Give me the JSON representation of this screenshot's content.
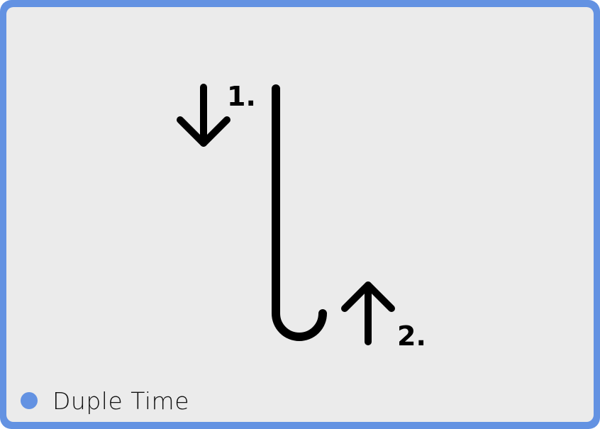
{
  "diagram": {
    "beats": [
      {
        "label": "1.",
        "direction": "down",
        "icon": "arrow-down-icon"
      },
      {
        "label": "2.",
        "direction": "up",
        "icon": "arrow-up-icon"
      }
    ],
    "path_shape": "down-stroke-hook-up"
  },
  "legend": {
    "label": "Duple Time",
    "marker_color": "#6392e2"
  },
  "colors": {
    "frame": "#6392e2",
    "background": "#ebebeb",
    "stroke": "#000000"
  }
}
